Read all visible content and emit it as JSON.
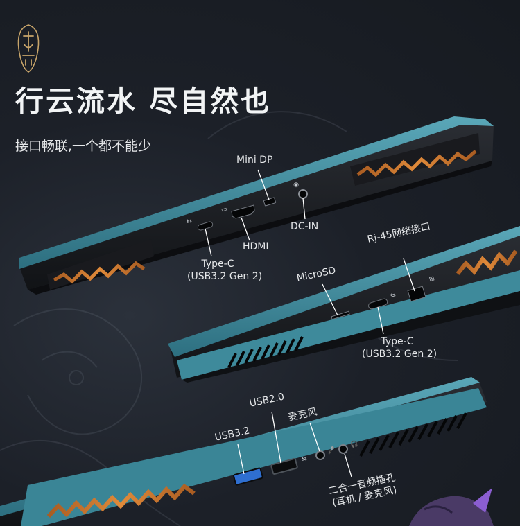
{
  "header": {
    "title": "行云流水 尽自然也",
    "subtitle": "接口畅联,一个都不能少"
  },
  "ports": {
    "mini_dp": "Mini DP",
    "hdmi": "HDMI",
    "dc_in": "DC-IN",
    "type_c_rear": "Type-C",
    "type_c_rear_spec": "(USB3.2 Gen 2)",
    "rj45": "Rj-45网络接口",
    "microsd": "MicroSD",
    "type_c_right": "Type-C",
    "type_c_right_spec": "(USB3.2 Gen 2)",
    "usb20": "USB2.0",
    "usb32": "USB3.2",
    "mic": "麦克风",
    "combo_audio": "二合一音频插孔",
    "combo_audio_spec": "(耳机 / 麦克风)"
  },
  "colors": {
    "accent_teal": "#3d8ea0",
    "vent_orange": "#c9772f",
    "usb32_blue": "#2f6fd0",
    "background": "#1b1f27"
  }
}
